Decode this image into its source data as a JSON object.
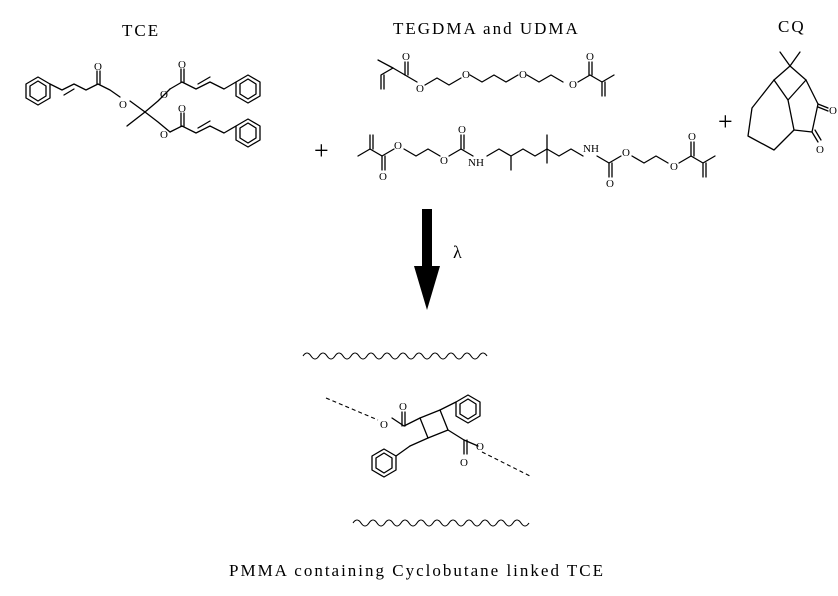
{
  "labels": {
    "tce": "TCE",
    "monomers": "TEGDMA and UDMA",
    "cq": "CQ",
    "product": "PMMA containing Cyclobutane linked TCE"
  },
  "operators": {
    "plus_1": "+",
    "plus_2": "+",
    "light": "λ"
  },
  "atoms": {
    "oxygen": "O",
    "amine": "NH"
  }
}
